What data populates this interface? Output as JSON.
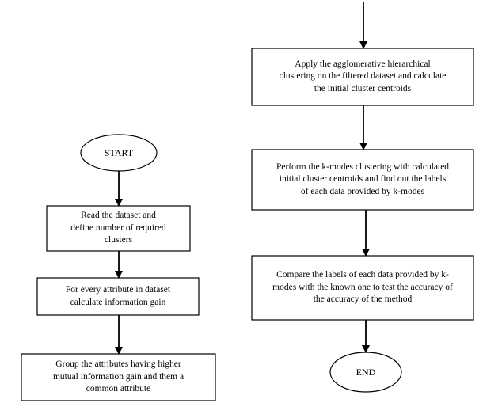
{
  "diagram": {
    "start": "START",
    "end": "END",
    "steps": [
      "Read the dataset and\ndefine number of required\nclusters",
      "For every attribute in dataset\ncalculate information gain",
      "Group the attributes having higher\nmutual information gain and them a\ncommon attribute",
      "Apply the agglomerative hierarchical\nclustering on the filtered dataset and calculate\nthe initial cluster centroids",
      "Perform the k-modes clustering with calculated\ninitial cluster centroids and find out the labels\nof each data provided by k-modes",
      "Compare the labels of each data provided by k-\nmodes with the known one to test the accuracy of\nthe accuracy of the method"
    ]
  }
}
